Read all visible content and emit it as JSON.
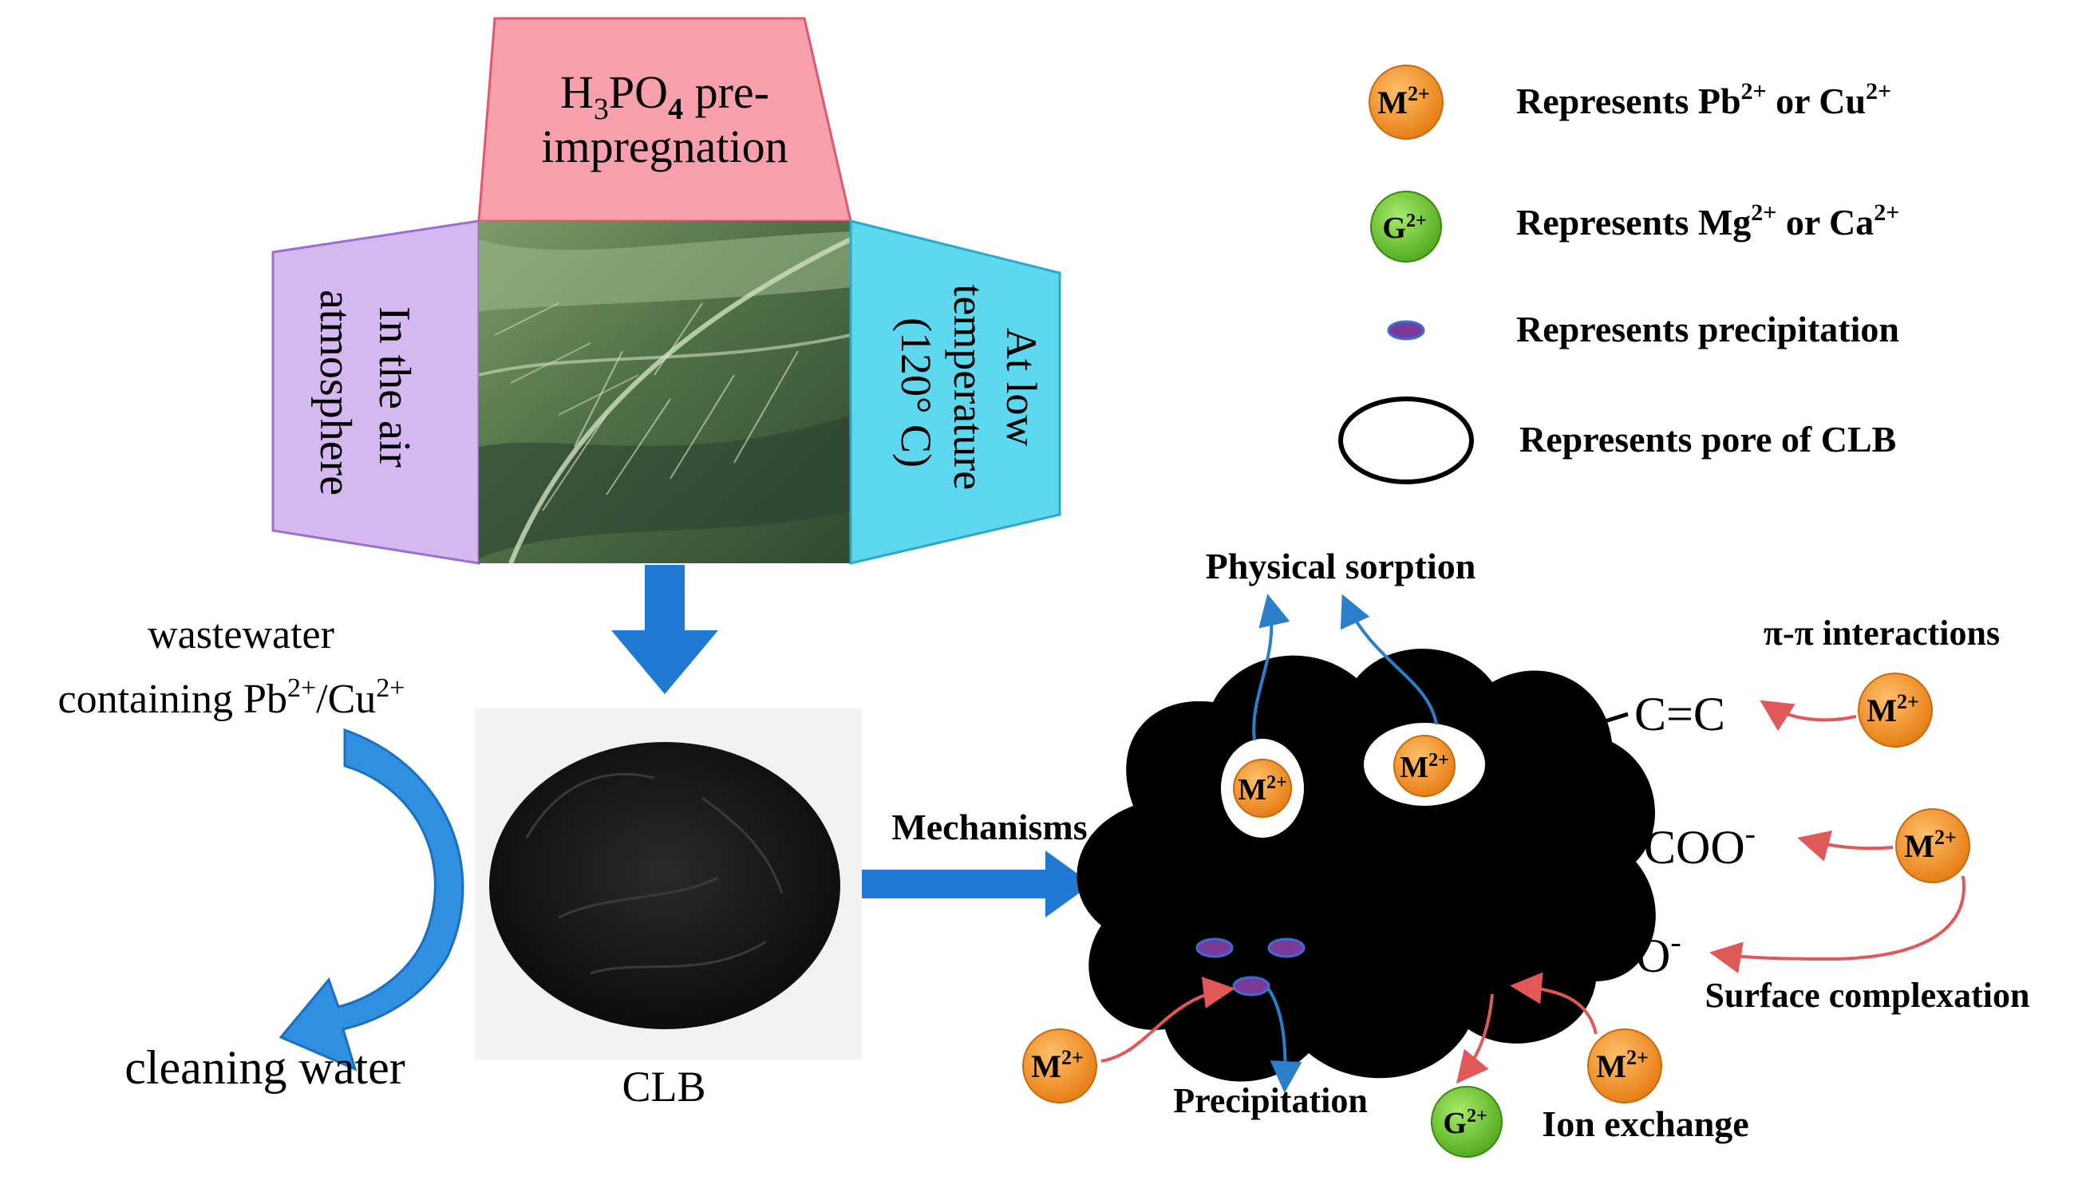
{
  "top": {
    "pretreat": [
      "H",
      "3",
      "PO",
      "4",
      " pre-"
    ],
    "pretreat_line2": "impregnation",
    "left_panel": [
      "In the air",
      "atmosphere"
    ],
    "right_panel": [
      "At low",
      "temperature",
      "(120° C)"
    ]
  },
  "left": {
    "inflow": [
      "wastewater",
      "containing Pb",
      "2+",
      "/Cu",
      "2+"
    ],
    "outflow": "cleaning water",
    "product": "CLB"
  },
  "arrow_label": "Mechanisms",
  "legend": [
    {
      "symbol": "M",
      "charge": "2+",
      "text": [
        "Represents Pb",
        "2+",
        " or Cu",
        "2+"
      ]
    },
    {
      "symbol": "G",
      "charge": "2+",
      "text": [
        "Represents Mg",
        "2+",
        " or Ca",
        "2+"
      ]
    },
    {
      "text": [
        "Represents precipitation"
      ]
    },
    {
      "text": [
        "Represents pore of CLB"
      ]
    }
  ],
  "mechanism": {
    "physical_sorption": "Physical sorption",
    "pi_pi": "π-π interactions",
    "group_cc": "C=C",
    "group_coo": [
      "-COO",
      "-"
    ],
    "group_o": [
      "-O",
      "-"
    ],
    "surface_complexation": "Surface complexation",
    "precipitation": "Precipitation",
    "ion_exchange": "Ion exchange",
    "ion_m": "M",
    "ion_g": "G",
    "charge": "2+"
  },
  "colors": {
    "orange": "#f08a24",
    "green": "#6cc32a",
    "blue_arrow": "#1f78d1",
    "red_arrow": "#e05858",
    "pink_box": "#f7a0ac",
    "violet_box": "#d6b8f0",
    "cyan_box": "#5ed8ef",
    "precip_fill": "#7a3a9a",
    "precip_edge": "#3a6fd0"
  }
}
